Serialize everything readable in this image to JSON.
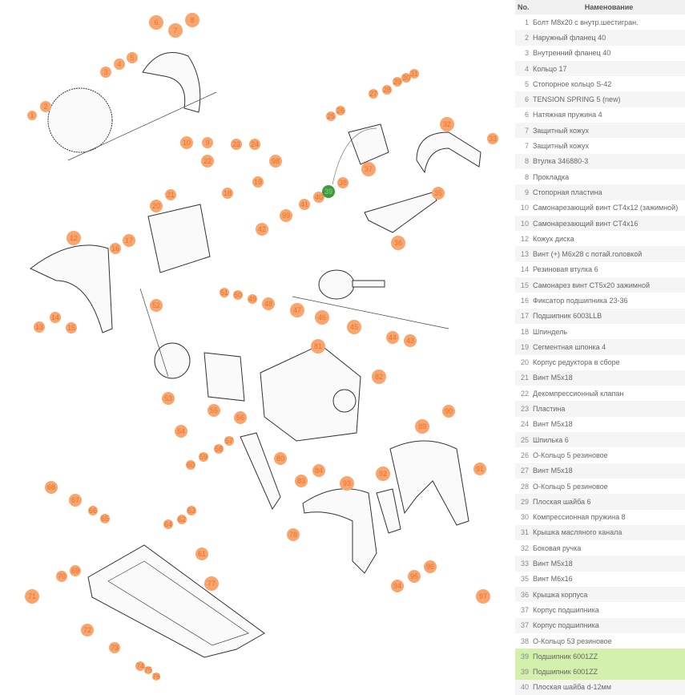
{
  "table": {
    "header": {
      "no": "No.",
      "name": "Наменование"
    },
    "selected_no": "39",
    "rows": [
      {
        "no": "1",
        "name": "Болт M8x20 с внутр.шестигран."
      },
      {
        "no": "2",
        "name": "Наружный фланец 40"
      },
      {
        "no": "3",
        "name": "Внутренний фланец 40"
      },
      {
        "no": "4",
        "name": "Кольцо 17"
      },
      {
        "no": "5",
        "name": "Стопорное кольцо S-42"
      },
      {
        "no": "6",
        "name": "TENSION SPRING 5 (new)"
      },
      {
        "no": "6",
        "name": "Натяжная пружина 4"
      },
      {
        "no": "7",
        "name": "Защитный кожух"
      },
      {
        "no": "7",
        "name": "Защитный кожух"
      },
      {
        "no": "8",
        "name": "Втулка 346880-3"
      },
      {
        "no": "8",
        "name": "Прокладка"
      },
      {
        "no": "9",
        "name": "Стопорная пластина"
      },
      {
        "no": "10",
        "name": "Самонарезающий винт CT4x12 (зажимной)"
      },
      {
        "no": "10",
        "name": "Самонарезающий винт CT4x16"
      },
      {
        "no": "12",
        "name": "Кожух диска"
      },
      {
        "no": "13",
        "name": "Винт (+) M6x28 с потай.головкой"
      },
      {
        "no": "14",
        "name": "Резиновая втулка 6"
      },
      {
        "no": "15",
        "name": "Самонарез винт CT5x20 зажимной"
      },
      {
        "no": "16",
        "name": "Фиксатор подшипника 23-36"
      },
      {
        "no": "17",
        "name": "Подшипник 6003LLB"
      },
      {
        "no": "18",
        "name": "Шпиндель"
      },
      {
        "no": "19",
        "name": "Сегментная шпонка 4"
      },
      {
        "no": "20",
        "name": "Корпус редуктора в сборе"
      },
      {
        "no": "21",
        "name": "Винт M5x18"
      },
      {
        "no": "22",
        "name": "Декомпрессионный клапан"
      },
      {
        "no": "23",
        "name": "Пластина"
      },
      {
        "no": "24",
        "name": "Винт M5x18"
      },
      {
        "no": "25",
        "name": "Шпилька 6"
      },
      {
        "no": "26",
        "name": "О-Кольцо 5 резиновое"
      },
      {
        "no": "27",
        "name": "Винт M5x18"
      },
      {
        "no": "28",
        "name": "О-Кольцо 5 резиновое"
      },
      {
        "no": "29",
        "name": "Плоская шайба 6"
      },
      {
        "no": "30",
        "name": "Компрессионная пружина 8"
      },
      {
        "no": "31",
        "name": "Крышка масляного канала"
      },
      {
        "no": "32",
        "name": "Боковая ручка"
      },
      {
        "no": "33",
        "name": "Винт M5x18"
      },
      {
        "no": "35",
        "name": "Винт M6x16"
      },
      {
        "no": "36",
        "name": "Крышка корпуса"
      },
      {
        "no": "37",
        "name": "Корпус подшипника"
      },
      {
        "no": "37",
        "name": "Корпус подшипника"
      },
      {
        "no": "38",
        "name": "О-Кольцо 53 резиновое"
      },
      {
        "no": "39",
        "name": "Подшипник 6001ZZ"
      },
      {
        "no": "39",
        "name": "Подшипник 6001ZZ"
      },
      {
        "no": "40",
        "name": "Плоская шайба d-12мм"
      }
    ]
  },
  "diagram": {
    "callout_color": "#f9a56d",
    "selected_color": "#3c9c3c",
    "callouts": [
      "6",
      "7",
      "8",
      "5",
      "4",
      "3",
      "2",
      "1",
      "10",
      "9",
      "23",
      "24",
      "22",
      "21",
      "18",
      "19",
      "98",
      "99",
      "41",
      "40",
      "39",
      "38",
      "37",
      "25",
      "26",
      "27",
      "28",
      "29",
      "30",
      "31",
      "32",
      "33",
      "35",
      "36",
      "42",
      "20",
      "12",
      "17",
      "16",
      "13",
      "14",
      "15",
      "52",
      "51",
      "50",
      "49",
      "48",
      "47",
      "46",
      "45",
      "44",
      "43",
      "53",
      "54",
      "55",
      "81",
      "82",
      "56",
      "57",
      "58",
      "59",
      "60",
      "80",
      "83",
      "84",
      "78",
      "68",
      "67",
      "66",
      "65",
      "64",
      "63",
      "62",
      "61",
      "77",
      "70",
      "69",
      "71",
      "72",
      "73",
      "74",
      "75",
      "76",
      "89",
      "90",
      "91",
      "92",
      "93",
      "94",
      "95",
      "96",
      "97"
    ]
  }
}
